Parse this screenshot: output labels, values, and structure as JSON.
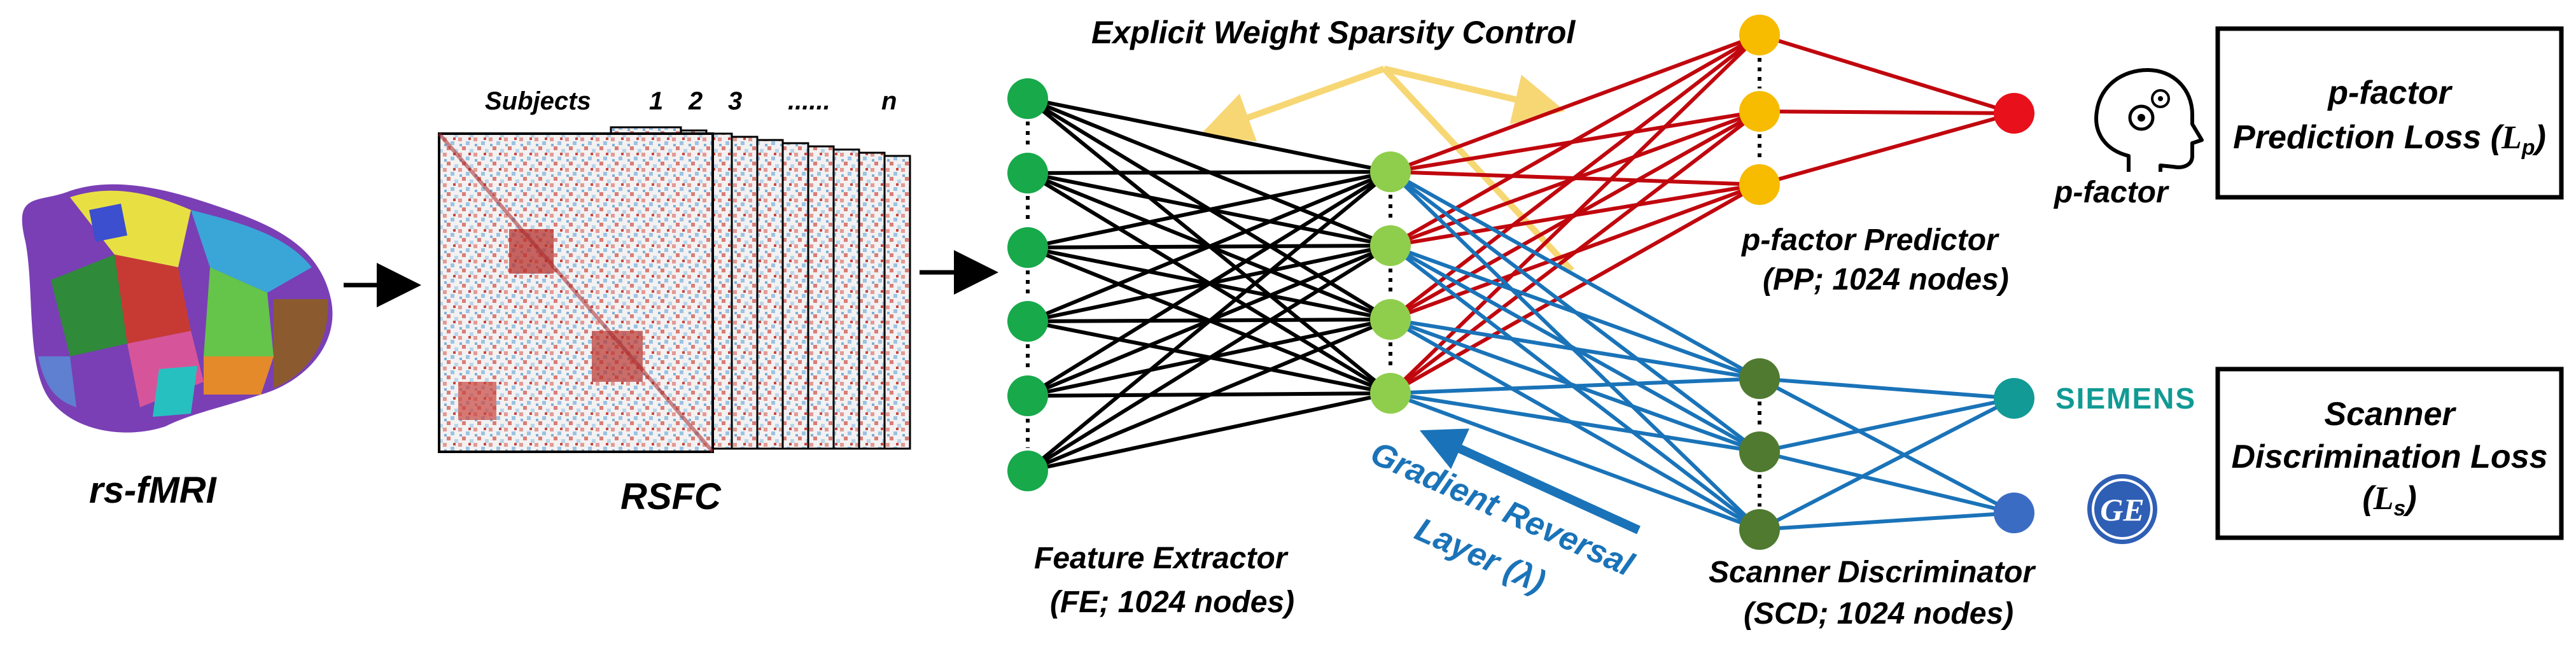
{
  "labels": {
    "rs_fmri": "rs-fMRI",
    "rsfc": "RSFC",
    "subjects": "Subjects",
    "subj1": "1",
    "subj2": "2",
    "subj3": "3",
    "subj_dots": "......",
    "subjn": "n",
    "sparsity": "Explicit Weight Sparsity Control",
    "fe_line1": "Feature Extractor",
    "fe_line2": "(FE; 1024 nodes)",
    "grl_line1": "Gradient Reversal",
    "grl_line2": "Layer (λ)",
    "pp_line1": "p-factor Predictor",
    "pp_line2": "(PP; 1024 nodes)",
    "scd_line1": "Scanner Discriminator",
    "scd_line2": "(SCD; 1024 nodes)",
    "pfactor": "p-factor",
    "siemens": "SIEMENS",
    "ge": "GE",
    "loss_p_line1": "p-factor",
    "loss_p_line2": "Prediction Loss (",
    "loss_p_sym": "L",
    "loss_p_sub": "p",
    "loss_s_line1": "Scanner",
    "loss_s_line2": "Discrimination Loss",
    "loss_s_sym": "L",
    "loss_s_sub": "s"
  },
  "colors": {
    "green_dark": "#17a94a",
    "green_light": "#8fce4c",
    "green_olive": "#4f7a30",
    "yellow": "#f7bb00",
    "red_node": "#e8101a",
    "red_line": "#c0070e",
    "blue_line": "#1a73b8",
    "teal_node": "#119a96",
    "blue_node": "#3a6cc4",
    "sparsity_arrow": "#f7d774"
  },
  "icons": {
    "brain": "brain-surface-icon",
    "matrix": "connectivity-matrix-icon",
    "head": "head-gears-icon",
    "ge_logo": "ge-logo-icon"
  }
}
